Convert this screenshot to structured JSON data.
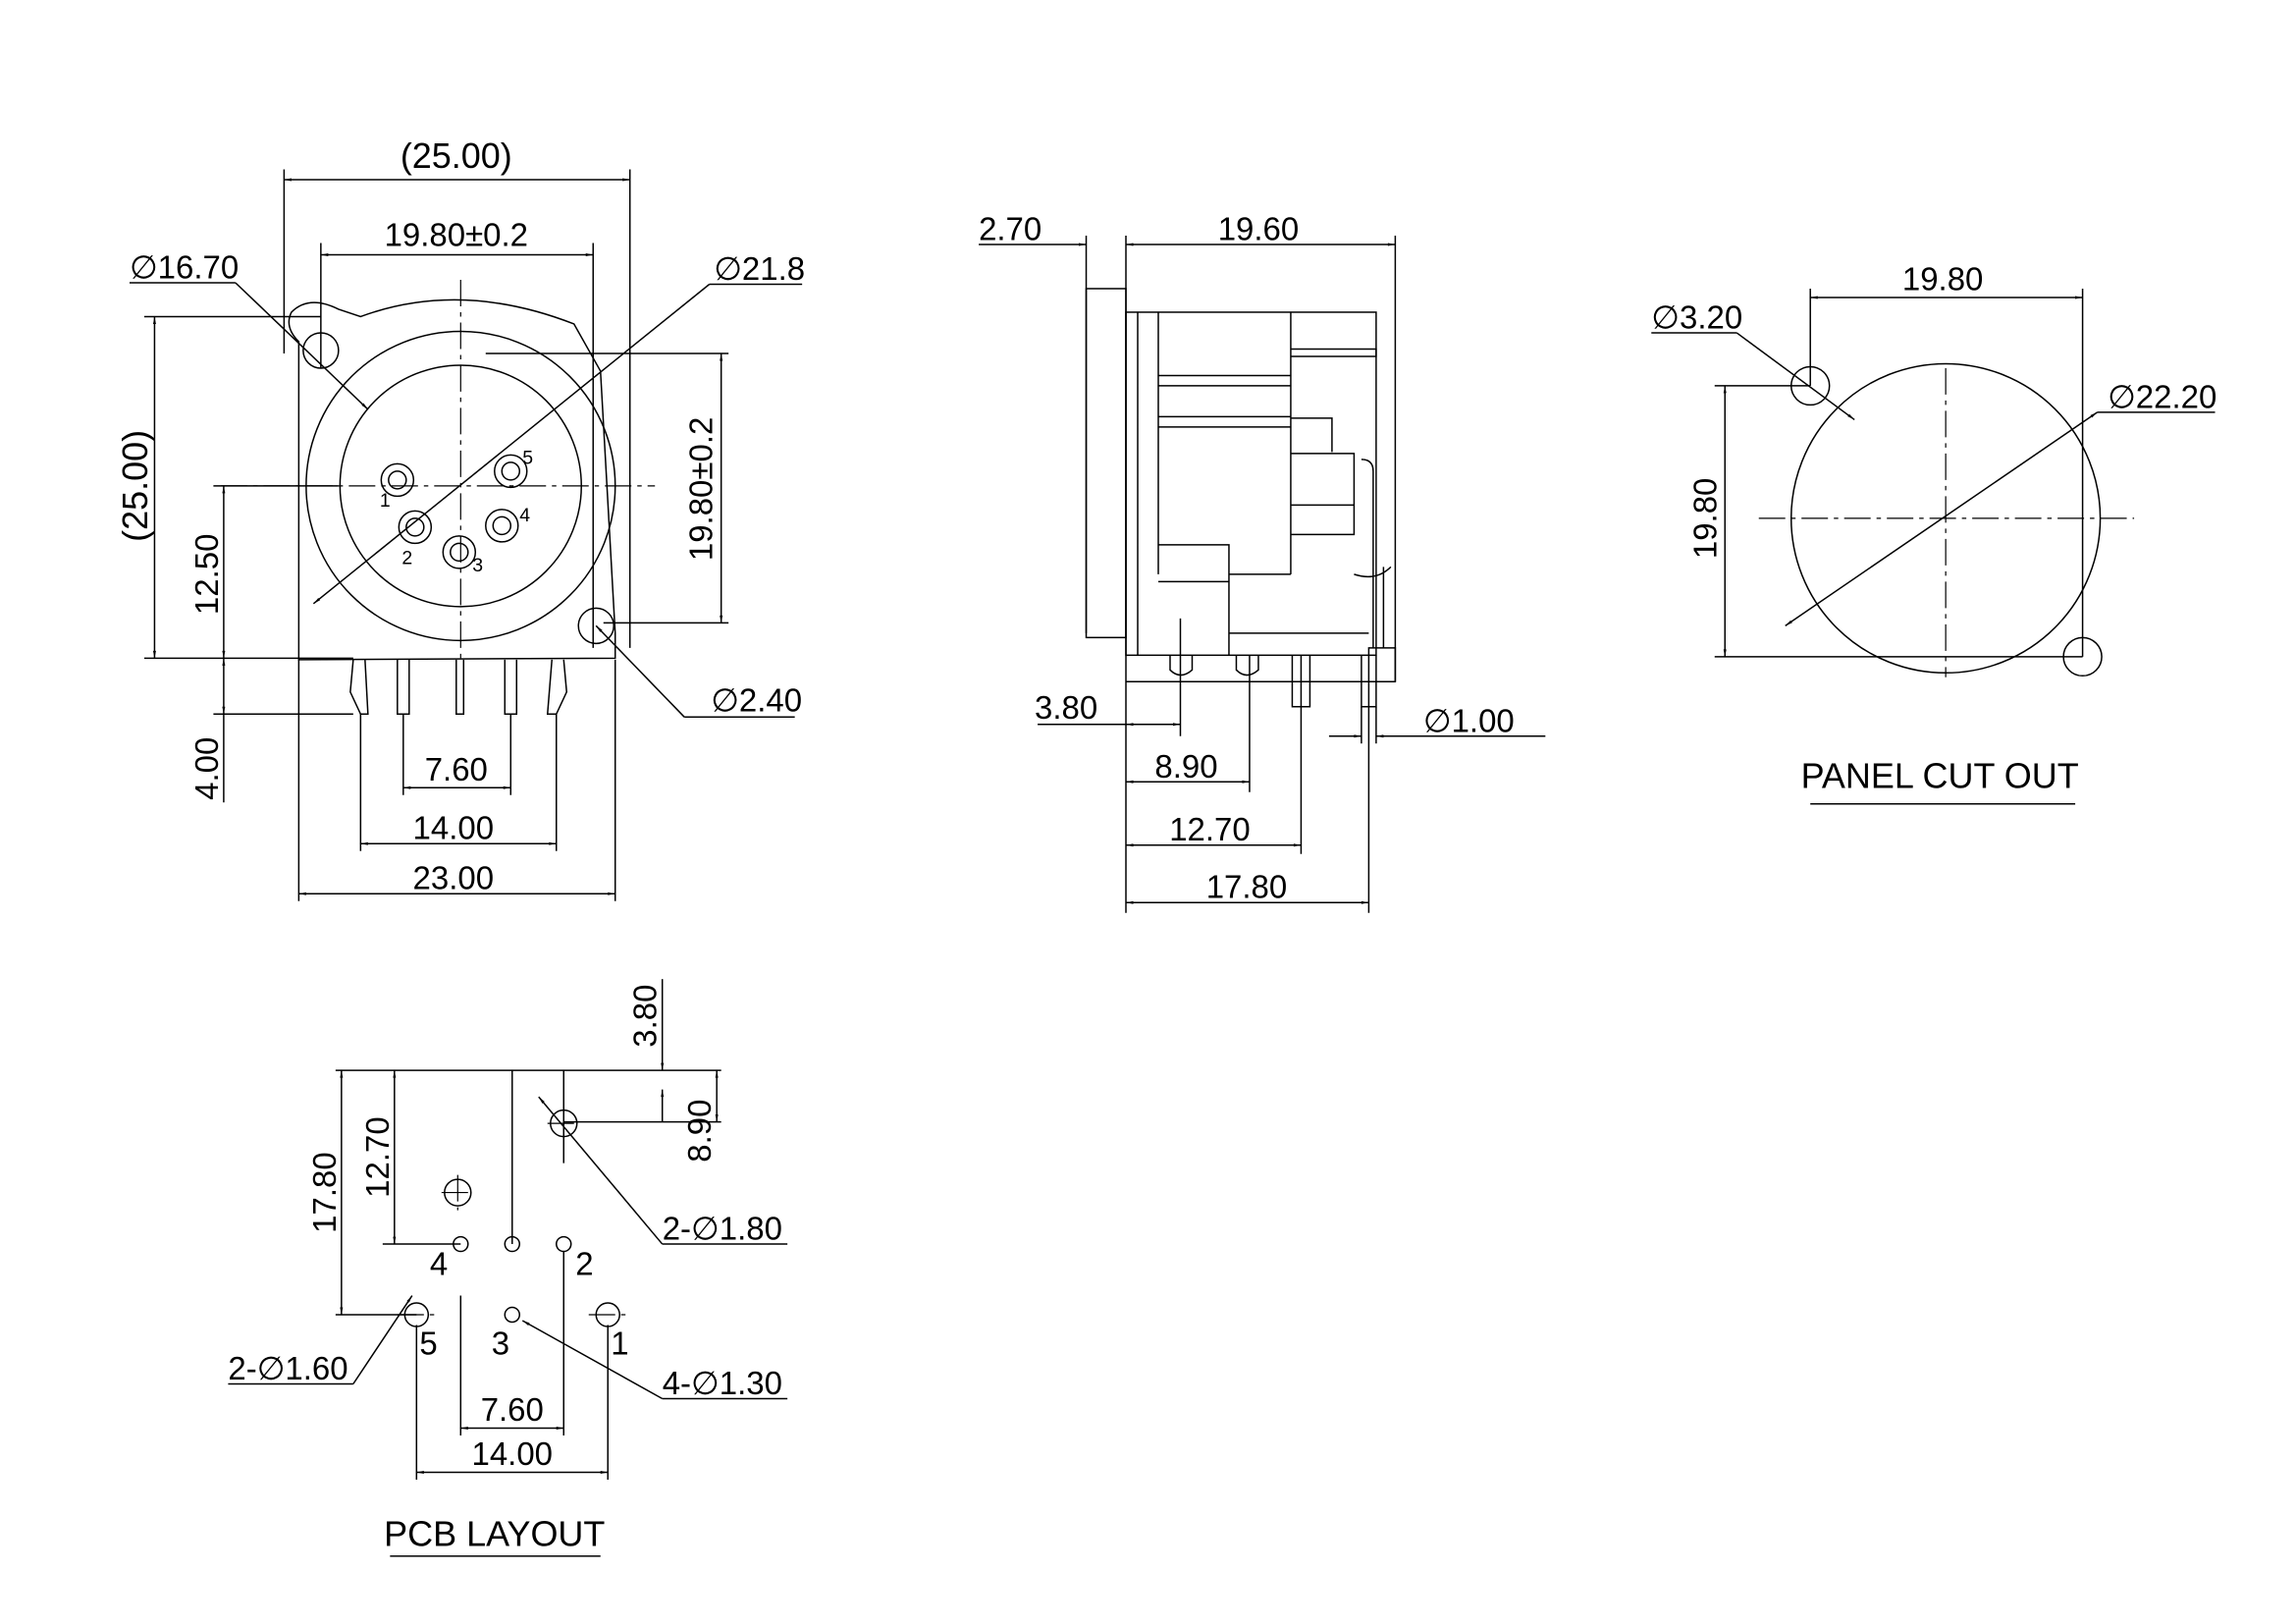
{
  "front_view": {
    "dim_overall_width": "(25.00)",
    "dim_mount_spacing_h": "19.80±0.2",
    "dim_inner_dia": "∅16.70",
    "dim_outer_dia": "∅21.8",
    "dim_overall_height": "(25.00)",
    "dim_center_height": "12.50",
    "dim_mount_spacing_v": "19.80±0.2",
    "dim_hole_dia": "∅2.40",
    "dim_pin_length": "4.00",
    "dim_pin_pitch": "7.60",
    "dim_lug_spacing": "14.00",
    "dim_body_width": "23.00",
    "pin_labels": [
      "1",
      "2",
      "3",
      "4",
      "5"
    ]
  },
  "side_view": {
    "dim_flange": "2.70",
    "dim_depth": "19.60",
    "dim_pin1": "3.80",
    "dim_pin2": "8.90",
    "dim_pin3": "12.70",
    "dim_pin4": "17.80",
    "dim_pin_dia": "∅1.00"
  },
  "panel_cutout": {
    "title": "PANEL CUT OUT",
    "dim_h": "19.80",
    "dim_v": "19.80",
    "dim_hole": "∅3.20",
    "dim_cutout": "∅22.20"
  },
  "pcb_layout": {
    "title": "PCB LAYOUT",
    "dim_380": "3.80",
    "dim_890": "8.90",
    "dim_1270": "12.70",
    "dim_1780": "17.80",
    "dim_holes_180": "2-∅1.80",
    "dim_holes_160": "2-∅1.60",
    "dim_holes_130": "4-∅1.30",
    "dim_760": "7.60",
    "dim_1400": "14.00",
    "pin_labels": [
      "4",
      "2",
      "5",
      "3",
      "1"
    ]
  }
}
